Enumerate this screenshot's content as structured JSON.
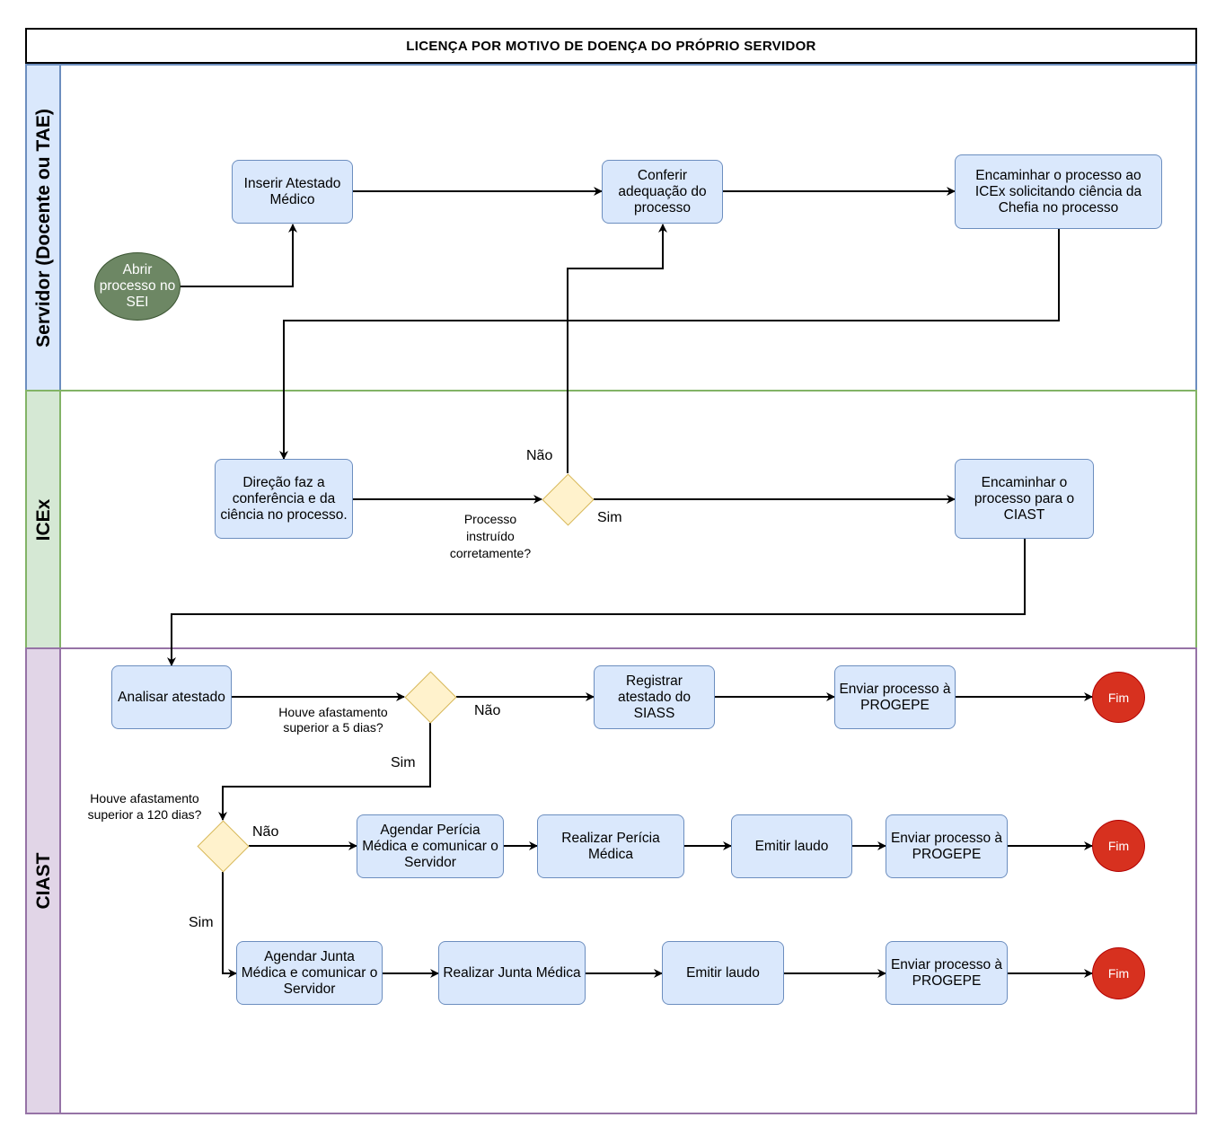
{
  "title": "LICENÇA POR MOTIVO DE DOENÇA DO PRÓPRIO SERVIDOR",
  "lanes": {
    "servidor": "Servidor (Docente ou TAE)",
    "icex": "ICEx",
    "ciast": "CIAST"
  },
  "nodes": {
    "abrir": "Abrir processo no SEI",
    "inserir": "Inserir Atestado Médico",
    "conferir": "Conferir adequação do processo",
    "encaminhar_icex": "Encaminhar o processo ao ICEx solicitando ciência da Chefia no processo",
    "direcao": "Direção faz a conferência e da ciência no processo.",
    "encaminhar_ciast": "Encaminhar o processo para o CIAST",
    "analisar": "Analisar atestado",
    "registrar": "Registrar atestado do SIASS",
    "enviar1": "Enviar processo à PROGEPE",
    "fim1": "Fim",
    "agendar_pericia": "Agendar Perícia Médica e comunicar o Servidor",
    "realizar_pericia": "Realizar Perícia Médica",
    "emitir1": "Emitir laudo",
    "enviar2": "Enviar processo à PROGEPE",
    "fim2": "Fim",
    "agendar_junta": "Agendar Junta Médica e comunicar o Servidor",
    "realizar_junta": "Realizar Junta Médica",
    "emitir2": "Emitir laudo",
    "enviar3": "Enviar processo à PROGEPE",
    "fim3": "Fim"
  },
  "decisions": {
    "d1_question": "Processo instruído corretamente?",
    "d1_no": "Não",
    "d1_yes": "Sim",
    "d2_question": "Houve afastamento superior a 5 dias?",
    "d2_no": "Não",
    "d2_yes": "Sim",
    "d3_question": "Houve afastamento superior a 120 dias?",
    "d3_no": "Não",
    "d3_yes": "Sim"
  },
  "colors": {
    "task_fill": "#dae8fc",
    "task_stroke": "#6c8ebf",
    "start_fill": "#6d8764",
    "end_fill": "#d7311f",
    "decision_fill": "#fff2cc",
    "decision_stroke": "#d6b656"
  }
}
